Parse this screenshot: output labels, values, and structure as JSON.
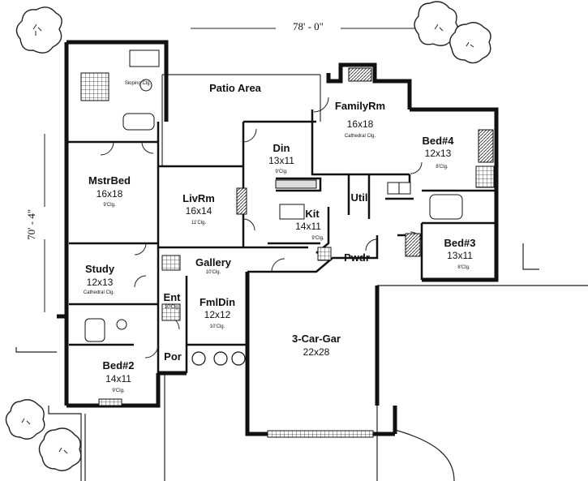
{
  "overall": {
    "width": "78' - 0\"",
    "depth": "70' - 4\""
  },
  "rooms": {
    "patio": {
      "name": "Patio Area"
    },
    "family": {
      "name": "FamilyRm",
      "size": "16x18",
      "ceiling": "Cathedral Clg."
    },
    "master_bath": {
      "ceiling": "Sloping Clg."
    },
    "master_bed": {
      "name": "MstrBed",
      "size": "16x18",
      "ceiling": "9'Clg."
    },
    "living": {
      "name": "LivRm",
      "size": "16x14",
      "ceiling": "11'Clg."
    },
    "dining": {
      "name": "Din",
      "size": "13x11",
      "ceiling": "9'Clg."
    },
    "kitchen": {
      "name": "Kit",
      "size": "14x11",
      "ceiling": "9'Clg."
    },
    "utility": {
      "name": "Util"
    },
    "bed4": {
      "name": "Bed#4",
      "size": "12x13",
      "ceiling": "8'Clg."
    },
    "bed3": {
      "name": "Bed#3",
      "size": "13x11",
      "ceiling": "8'Clg."
    },
    "powder": {
      "name": "Pwdr"
    },
    "gallery": {
      "name": "Gallery",
      "ceiling": "10'Clg."
    },
    "study": {
      "name": "Study",
      "size": "12x13",
      "ceiling": "Cathedral Clg."
    },
    "entry": {
      "name": "Ent",
      "ceiling": "10'Clg."
    },
    "formal_dining": {
      "name": "FmlDin",
      "size": "12x12",
      "ceiling": "10'Clg."
    },
    "garage": {
      "name": "3-Car-Gar",
      "size": "22x28"
    },
    "bed2": {
      "name": "Bed#2",
      "size": "14x11",
      "ceiling": "9'Clg."
    },
    "porch": {
      "name": "Por"
    }
  }
}
